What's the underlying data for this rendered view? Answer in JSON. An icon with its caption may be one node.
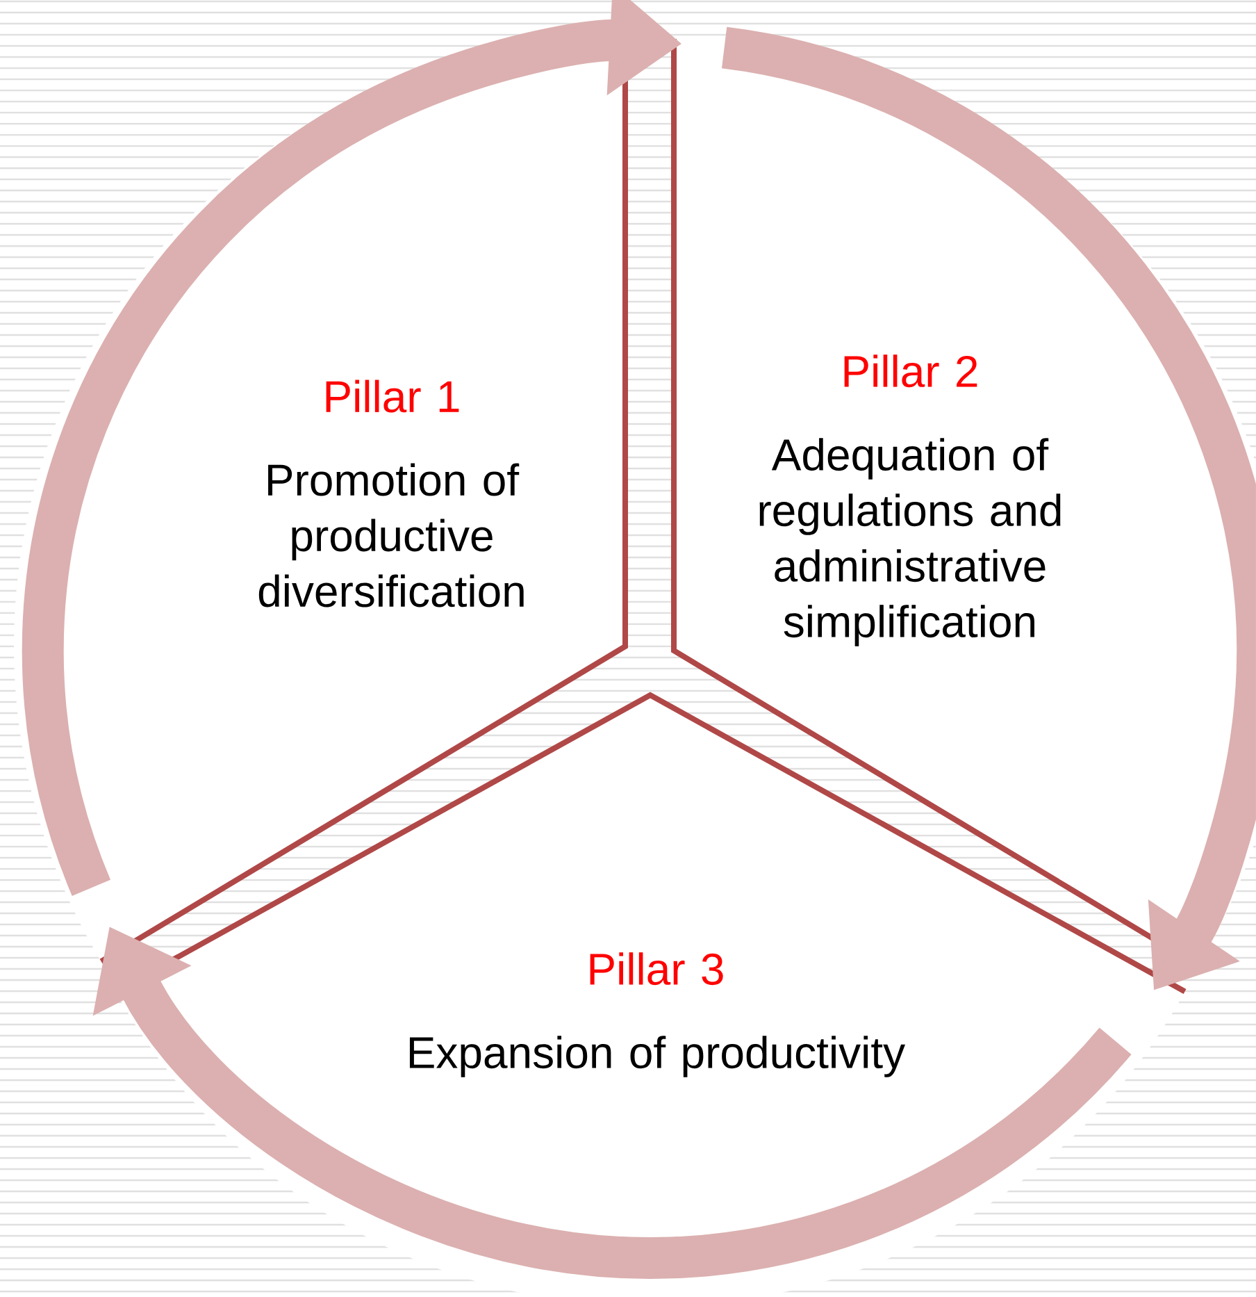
{
  "diagram": {
    "nodes": [
      {
        "text": [
          "Pillar 1",
          "Promotion of productive diversification"
        ]
      },
      {
        "text": [
          "Pillar 2",
          "Adequation of regulations and administrative simplification"
        ]
      },
      {
        "text": [
          "Pillar 3",
          "Expansion of productivity"
        ]
      }
    ],
    "edges": [
      {
        "from": 0,
        "to": 1,
        "arrow": "to"
      },
      {
        "from": 1,
        "to": 2,
        "arrow": "to"
      },
      {
        "from": 2,
        "to": 0,
        "arrow": "to"
      }
    ]
  }
}
